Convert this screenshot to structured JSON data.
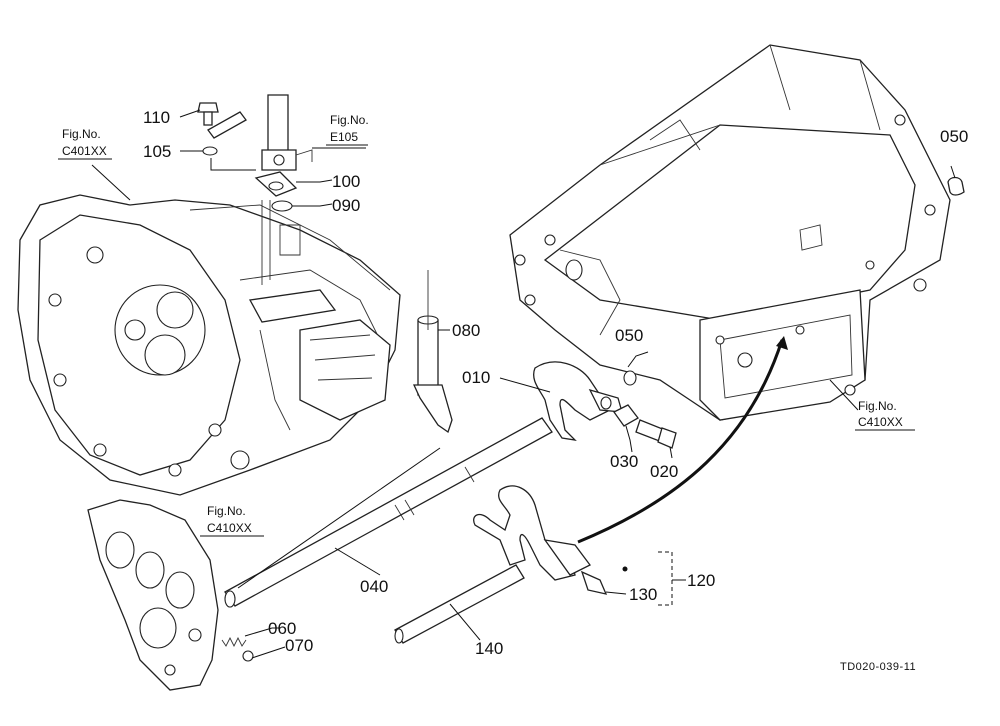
{
  "callouts": {
    "p010": "010",
    "p020": "020",
    "p030": "030",
    "p040": "040",
    "p050a": "050",
    "p050b": "050",
    "p060": "060",
    "p070": "070",
    "p080": "080",
    "p090": "090",
    "p100": "100",
    "p105": "105",
    "p110": "110",
    "p120": "120",
    "p130": "130",
    "p140": "140"
  },
  "figrefs": {
    "c401_head": "Fig.No.",
    "c401_code": "C401XX",
    "e105_head": "Fig.No.",
    "e105_code": "E105",
    "c410a_head": "Fig.No.",
    "c410a_code": "C410XX",
    "c410b_head": "Fig.No.",
    "c410b_code": "C410XX"
  },
  "drawing_code": "TD020-039-11"
}
